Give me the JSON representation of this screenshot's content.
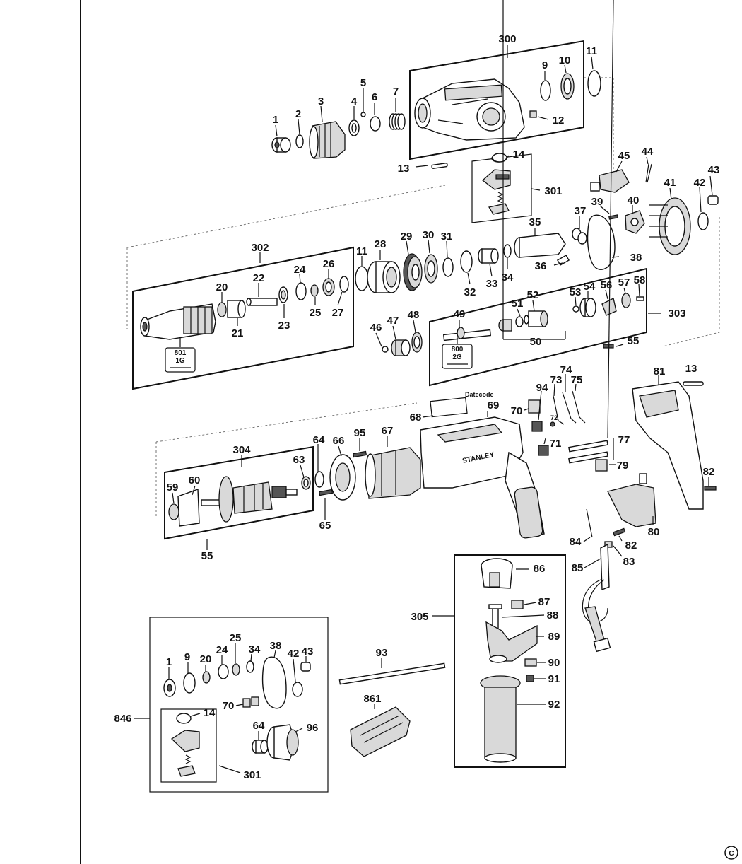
{
  "labels": {
    "l300": "300",
    "l1": "1",
    "l2": "2",
    "l3": "3",
    "l4": "4",
    "l5": "5",
    "l6": "6",
    "l7": "7",
    "l9": "9",
    "l10": "10",
    "l11": "11",
    "l12": "12",
    "l13": "13",
    "l14": "14",
    "l301": "301",
    "l45": "45",
    "l44": "44",
    "l43": "43",
    "l41": "41",
    "l42": "42",
    "l39": "39",
    "l40": "40",
    "l37": "37",
    "l302": "302",
    "l28": "28",
    "l29": "29",
    "l30": "30",
    "l31": "31",
    "l35": "35",
    "l11b": "11",
    "l38": "38",
    "l36": "36",
    "l32": "32",
    "l33": "33",
    "l34": "34",
    "l22": "22",
    "l24": "24",
    "l26": "26",
    "l20": "20",
    "l21": "21",
    "l23": "23",
    "l25": "25",
    "l27": "27",
    "l51": "51",
    "l52": "52",
    "l53": "53",
    "l54": "54",
    "l56": "56",
    "l57": "57",
    "l58": "58",
    "l303": "303",
    "l46": "46",
    "l47": "47",
    "l48": "48",
    "l49": "49",
    "l50": "50",
    "l55": "55",
    "l68": "68",
    "l69": "69",
    "l94": "94",
    "l73": "73",
    "l74": "74",
    "l75": "75",
    "l81": "81",
    "l13b": "13",
    "l70": "70",
    "l72": "72",
    "l71": "71",
    "l77": "77",
    "l79": "79",
    "l82": "82",
    "l80": "80",
    "l304": "304",
    "l64": "64",
    "l66": "66",
    "l95": "95",
    "l67": "67",
    "l63": "63",
    "l59": "59",
    "l60": "60",
    "l65": "65",
    "l55b": "55",
    "l84": "84",
    "l82b": "82",
    "l83": "83",
    "l85": "85",
    "l86": "86",
    "l87": "87",
    "l88": "88",
    "l305": "305",
    "l89": "89",
    "l90": "90",
    "l91": "91",
    "l92": "92",
    "l93": "93",
    "l861": "861",
    "k1": "1",
    "k9": "9",
    "k20": "20",
    "k24": "24",
    "k25": "25",
    "k34": "34",
    "k38": "38",
    "k42": "42",
    "k43": "43",
    "k70": "70",
    "k14": "14",
    "k64": "64",
    "k96": "96",
    "k301": "301",
    "l846": "846"
  },
  "tags": {
    "tag801_num": "801",
    "tag801_code": "1G",
    "tag800_num": "800",
    "tag800_code": "2G",
    "datecode": "Datecode",
    "brand": "STANLEY",
    "copyright": "©"
  }
}
